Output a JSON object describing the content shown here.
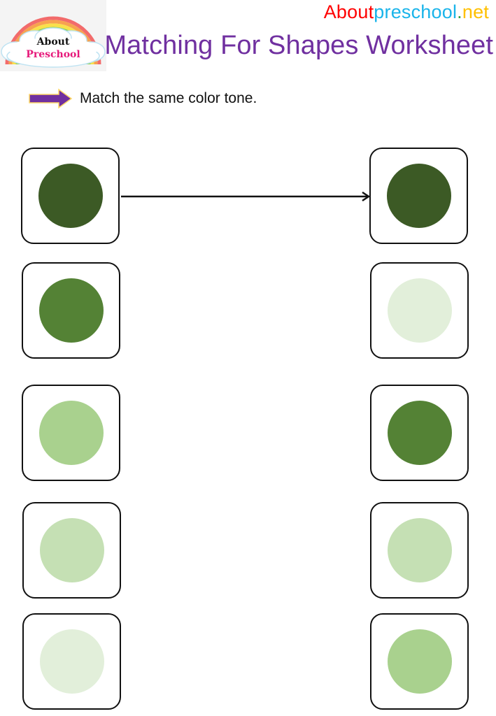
{
  "header": {
    "logo": {
      "line1": "About",
      "line2": "Preschool"
    },
    "site_name": {
      "part1": "About",
      "part2": "preschool",
      "dot": ".",
      "part3": "net"
    },
    "title": "Matching For Shapes Worksheet"
  },
  "instruction": {
    "icon": "right-arrow-icon",
    "text": "Match the same color tone."
  },
  "colors": {
    "title": "#7030a0",
    "arrow_fill": "#7030a0",
    "arrow_border": "#ffd966",
    "shade_1_darkest": "#3c5a25",
    "shade_2_dark": "#548235",
    "shade_3_medium": "#a9d18e",
    "shade_4_light": "#c5e0b4",
    "shade_5_lightest": "#e2efda"
  },
  "worksheet": {
    "left_column": [
      {
        "shape": "circle",
        "color": "#3c5a25"
      },
      {
        "shape": "circle",
        "color": "#548235"
      },
      {
        "shape": "circle",
        "color": "#a9d18e"
      },
      {
        "shape": "circle",
        "color": "#c5e0b4"
      },
      {
        "shape": "circle",
        "color": "#e2efda"
      }
    ],
    "right_column": [
      {
        "shape": "circle",
        "color": "#3c5a25"
      },
      {
        "shape": "circle",
        "color": "#e2efda"
      },
      {
        "shape": "circle",
        "color": "#548235"
      },
      {
        "shape": "circle",
        "color": "#c5e0b4"
      },
      {
        "shape": "circle",
        "color": "#a9d18e"
      }
    ],
    "example_connection": {
      "from_left_row": 1,
      "to_right_row": 1
    }
  }
}
